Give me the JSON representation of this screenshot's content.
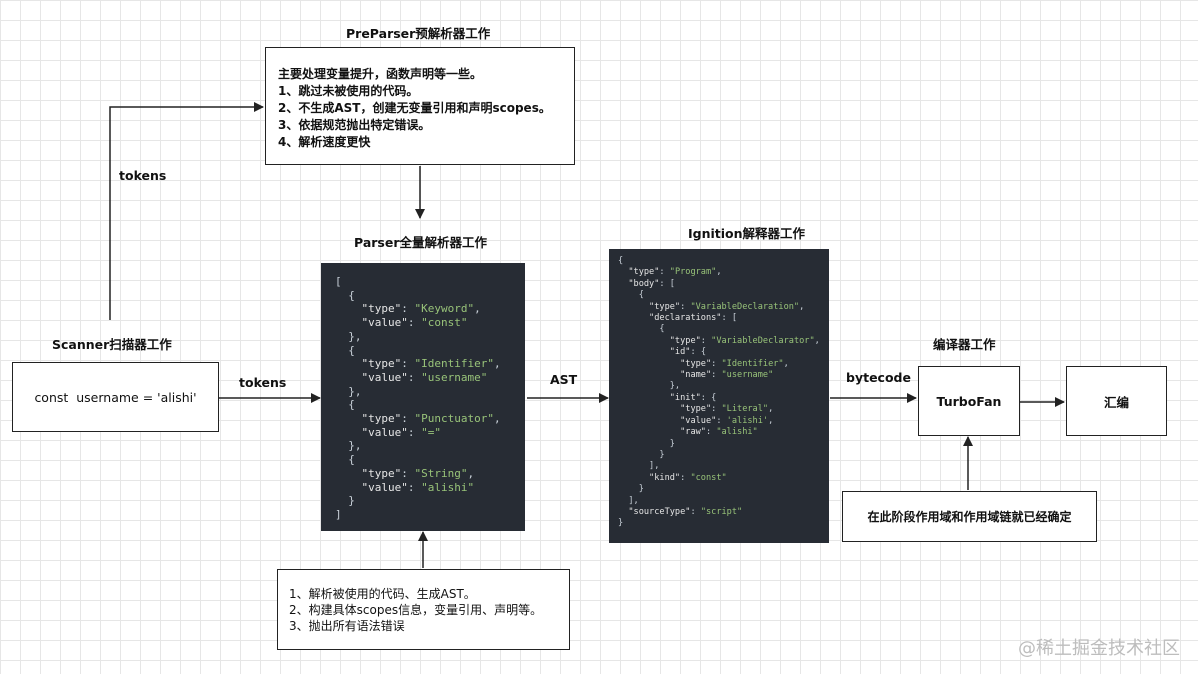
{
  "preparser": {
    "title": "PreParser预解析器工作",
    "lines": [
      "主要处理变量提升，函数声明等一些。",
      "1、跳过未被使用的代码。",
      "2、不生成AST，创建无变量引用和声明scopes。",
      "3、依据规范抛出特定错误。",
      "4、解析速度更快"
    ]
  },
  "scanner": {
    "title": "Scanner扫描器工作",
    "code": "const  username = 'alishi'"
  },
  "parser": {
    "title": "Parser全量解析器工作"
  },
  "ignition": {
    "title": "Ignition解释器工作"
  },
  "compiler": {
    "title": "编译器工作",
    "turbofan": "TurboFan",
    "assembly": "汇编"
  },
  "scope_note": "在此阶段作用域和作用域链就已经确定",
  "parser_notes": [
    "1、解析被使用的代码、生成AST。",
    "2、构建具体scopes信息，变量引用、声明等。",
    "3、抛出所有语法错误"
  ],
  "edge_labels": {
    "tokens_up": "tokens",
    "tokens_right": "tokens",
    "ast": "AST",
    "bytecode": "bytecode"
  },
  "tokens_json": [
    "[",
    "  {",
    "    \"type\": \"Keyword\",",
    "    \"value\": \"const\"",
    "  },",
    "  {",
    "    \"type\": \"Identifier\",",
    "    \"value\": \"username\"",
    "  },",
    "  {",
    "    \"type\": \"Punctuator\",",
    "    \"value\": \"=\"",
    "  },",
    "  {",
    "    \"type\": \"String\",",
    "    \"value\": \"alishi\"",
    "  }",
    "]"
  ],
  "ast_json": [
    "{",
    "  \"type\": \"Program\",",
    "  \"body\": [",
    "    {",
    "      \"type\": \"VariableDeclaration\",",
    "      \"declarations\": [",
    "        {",
    "          \"type\": \"VariableDeclarator\",",
    "          \"id\": {",
    "            \"type\": \"Identifier\",",
    "            \"name\": \"username\"",
    "          },",
    "          \"init\": {",
    "            \"type\": \"Literal\",",
    "            \"value\": 'alishi',",
    "            \"raw\": \"alishi\"",
    "          }",
    "        }",
    "      ],",
    "      \"kind\": \"const\"",
    "    }",
    "  ],",
    "  \"sourceType\": \"script\"",
    "}"
  ],
  "watermark": "@稀土掘金技术社区"
}
